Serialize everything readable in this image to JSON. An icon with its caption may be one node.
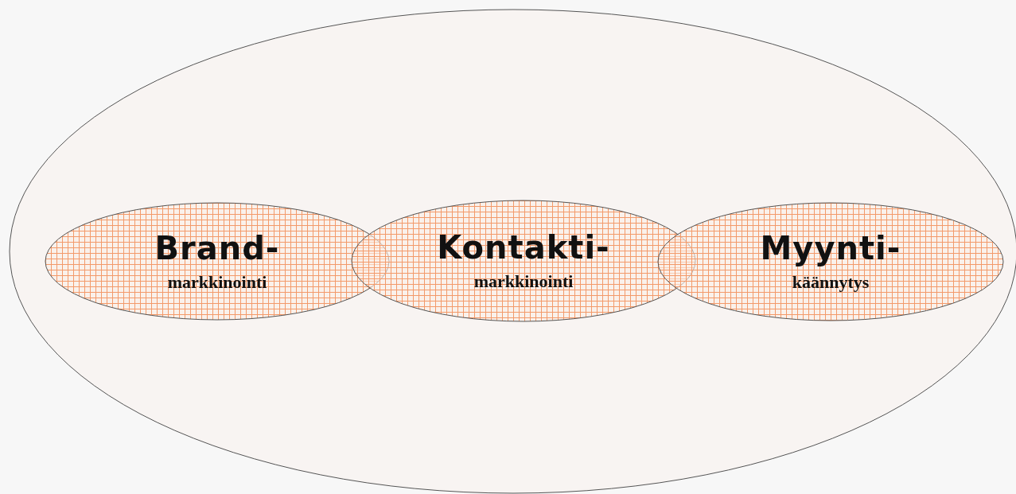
{
  "diagram": {
    "nodes": [
      {
        "text": [],
        "shape": "ellipse"
      },
      {
        "text": [
          "Brand-",
          "markkinointi"
        ],
        "in": 0
      },
      {
        "text": [
          "Kontakti-",
          "markkinointi"
        ],
        "in": 0
      },
      {
        "text": [
          "Myynti-",
          "käännytys"
        ],
        "in": 0
      }
    ]
  }
}
